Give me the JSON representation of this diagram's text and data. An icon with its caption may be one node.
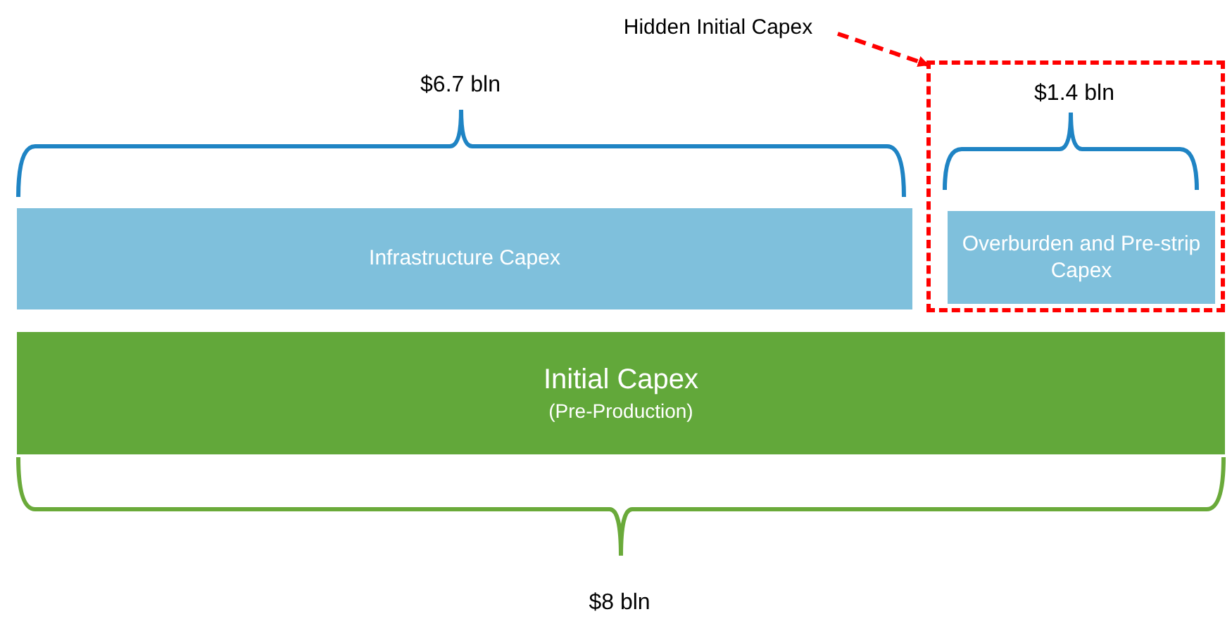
{
  "diagram": {
    "nodes": [
      {
        "text": [
          "Hidden Initial Capex"
        ]
      },
      {
        "text": [],
        "shape": "box"
      },
      {
        "text": [
          "Infrastructure Capex"
        ]
      },
      {
        "text": [
          "Overburden and Pre-strip Capex"
        ],
        "in": 1
      },
      {
        "text": [
          "Initial Capex",
          "(Pre-Production)"
        ]
      }
    ],
    "edges": [
      {
        "from": 0,
        "to": 1,
        "arrow": "to",
        "style": "dashed",
        "color": "#ff0000"
      }
    ],
    "labels": [
      "$6.7 bln",
      "$1.4 bln",
      "$8 bln"
    ]
  }
}
